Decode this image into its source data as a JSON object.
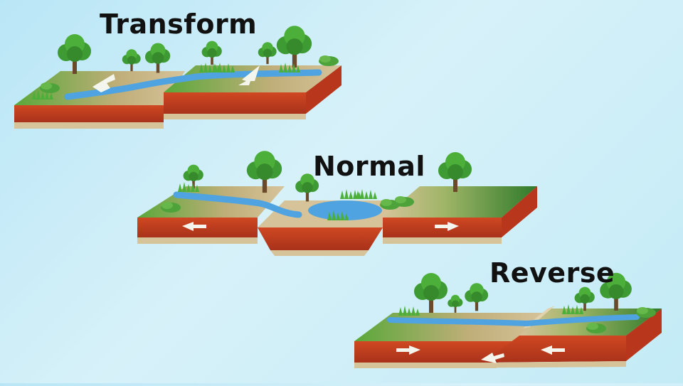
{
  "titles": {
    "transform": "Transform",
    "normal": "Normal",
    "reverse": "Reverse"
  },
  "colors": {
    "background": "#c9ecf8",
    "grass": "#5aa83a",
    "grass_dark": "#2f7a2a",
    "soil": "#d6c39a",
    "rock": "#c8401f",
    "rock_dark": "#a8321a",
    "water": "#4fa3e0",
    "trunk": "#6b4a2b",
    "leaf": "#3e9a32",
    "arrow": "#f4f6ee"
  },
  "icons": [
    "tree-icon",
    "bush-icon",
    "grass-tuft-icon",
    "arrow-icon"
  ]
}
